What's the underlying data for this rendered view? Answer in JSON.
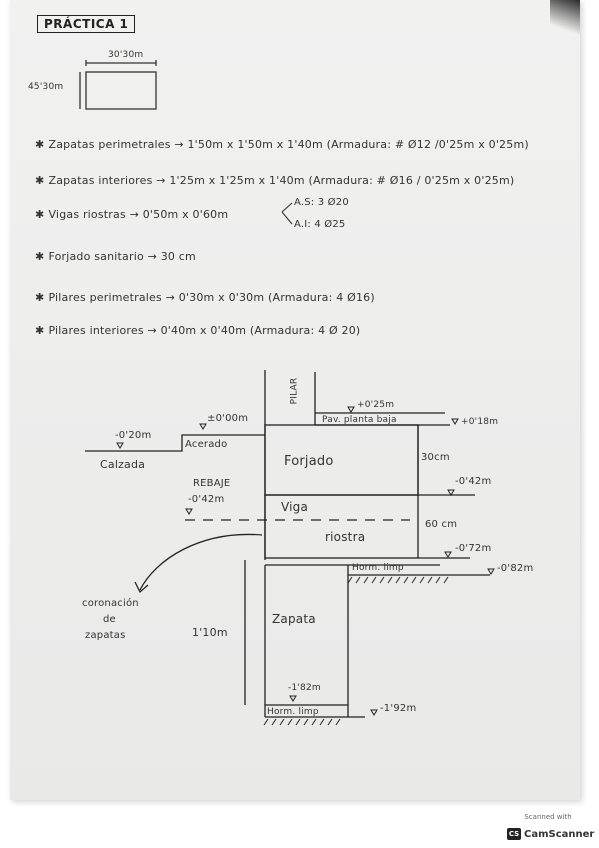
{
  "title": "PRÁCTICA 1",
  "plan": {
    "width_label": "30'30m",
    "height_label": "45'30m"
  },
  "specs": [
    "Zapatas perimetrales → 1'50m x 1'50m x 1'40m (Armadura: # Ø12 /0'25m x 0'25m)",
    "Zapatas interiores → 1'25m x 1'25m x 1'40m (Armadura: # Ø16 / 0'25m x 0'25m)",
    "Vigas riostras → 0'50m x 0'60m",
    "Forjado sanitario → 30 cm",
    "Pilares perimetrales → 0'30m x 0'30m (Armadura: 4 Ø16)",
    "Pilares interiores → 0'40m x 0'40m (Armadura: 4 Ø 20)"
  ],
  "beam_reinforcement": {
    "top": "A.S: 3 Ø20",
    "bottom": "A.I: 4 Ø25"
  },
  "section": {
    "pilar": "PILAR",
    "pav": "Pav. planta baja",
    "acerado": "Acerado",
    "calzada": "Calzada",
    "forjado": "Forjado",
    "viga": "Viga",
    "riostra": "riostra",
    "zapata": "Zapata",
    "horm_limp_top": "Horm. limp",
    "horm_limp_bottom": "Horm. limp",
    "rebaje": "REBAJE",
    "coronacion": "coronación",
    "de": "de",
    "zapatas": "zapatas",
    "dim_30": "30cm",
    "dim_60": "60 cm",
    "dim_110": "1'10m"
  },
  "levels": {
    "p025": "+0'25m",
    "p018": "+0'18m",
    "zero": "±0'00m",
    "m020": "-0'20m",
    "m042_left": "-0'42m",
    "m042_right": "-0'42m",
    "m072": "-0'72m",
    "m082": "-0'82m",
    "m182": "-1'82m",
    "m192": "-1'92m"
  },
  "scanner": {
    "line1": "Scanned with",
    "line2": "CamScanner",
    "icon": "CS"
  }
}
